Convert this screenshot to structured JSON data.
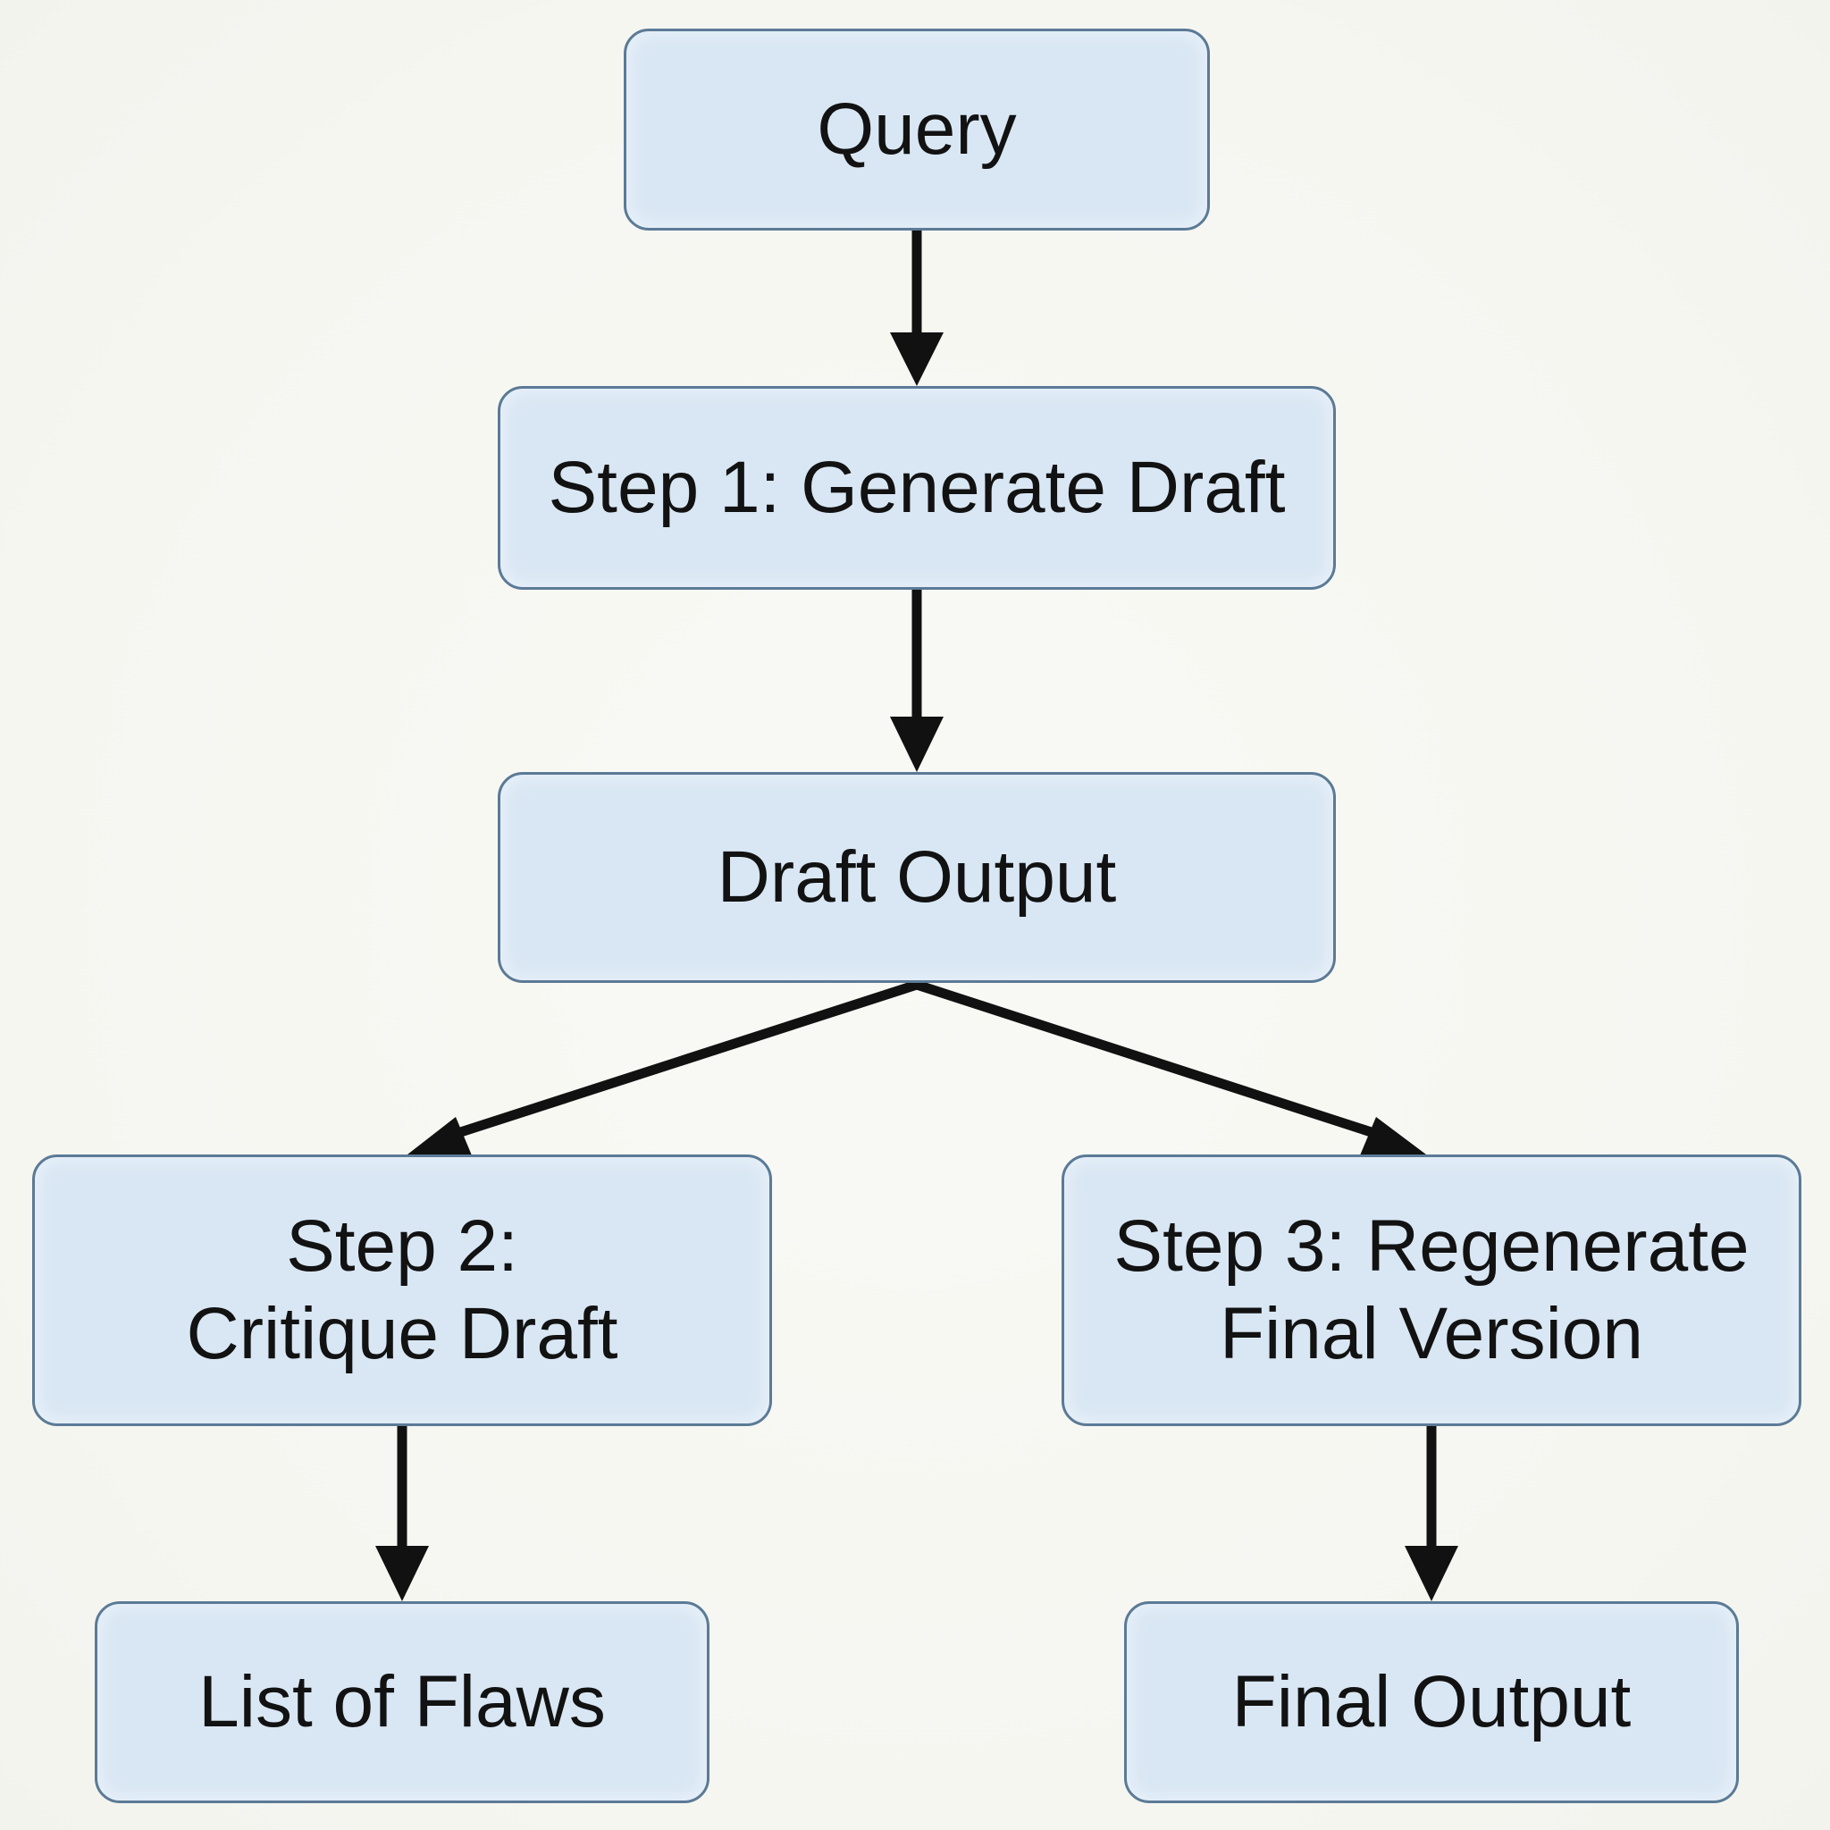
{
  "nodes": {
    "query": "Query",
    "step1": "Step 1: Generate Draft",
    "draft_output": "Draft Output",
    "step2": "Step 2:\nCritique Draft",
    "step3": "Step 3: Regenerate\nFinal Version",
    "list_of_flaws": "List of Flaws",
    "final_output": "Final Output"
  },
  "edges": [
    {
      "from": "Query",
      "to": "Step 1: Generate Draft"
    },
    {
      "from": "Step 1: Generate Draft",
      "to": "Draft Output"
    },
    {
      "from": "Draft Output",
      "to": "Step 2: Critique Draft"
    },
    {
      "from": "Draft Output",
      "to": "Step 3: Regenerate Final Version"
    },
    {
      "from": "Step 2: Critique Draft",
      "to": "List of Flaws"
    },
    {
      "from": "Step 3: Regenerate Final Version",
      "to": "Final Output"
    }
  ],
  "colors": {
    "node_fill": "#d9e7f4",
    "node_border": "#5b7a96",
    "arrow": "#111111",
    "text": "#121212"
  }
}
